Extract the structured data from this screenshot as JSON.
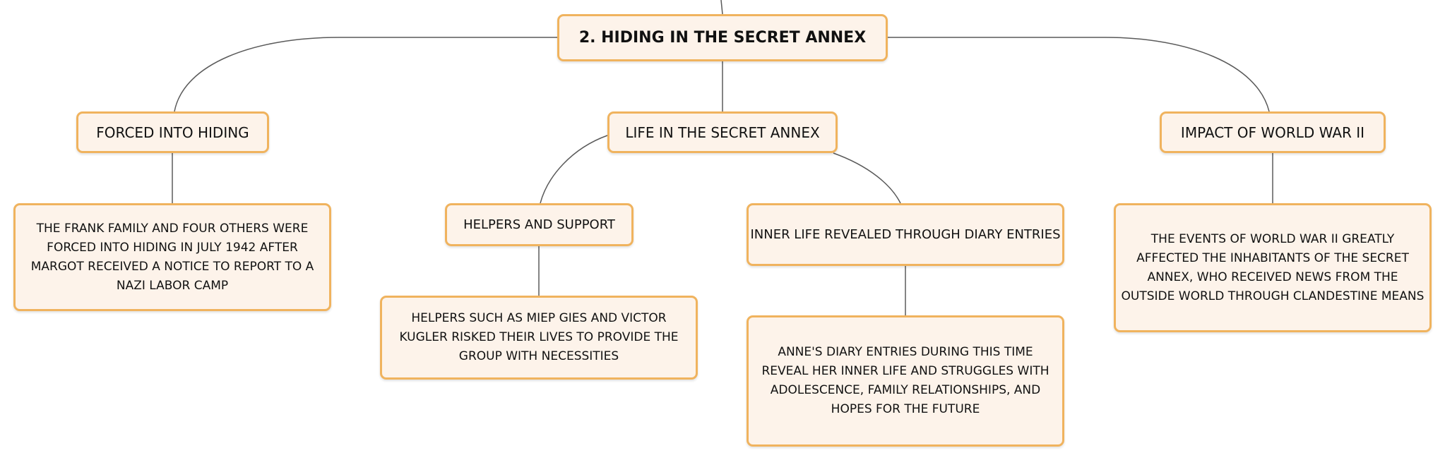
{
  "map": {
    "root": "2. HIDING IN THE SECRET ANNEX",
    "branches": [
      {
        "title": "FORCED INTO HIDING",
        "detail": "THE FRANK FAMILY AND FOUR OTHERS WERE FORCED INTO HIDING IN JULY 1942 AFTER MARGOT RECEIVED A NOTICE TO REPORT TO A NAZI LABOR CAMP"
      },
      {
        "title": "LIFE IN THE SECRET ANNEX",
        "children": [
          {
            "title": "HELPERS AND SUPPORT",
            "detail": "HELPERS SUCH AS MIEP GIES AND VICTOR KUGLER RISKED THEIR LIVES TO PROVIDE THE GROUP WITH NECESSITIES"
          },
          {
            "title": "INNER LIFE REVEALED THROUGH DIARY ENTRIES",
            "detail": "ANNE'S DIARY ENTRIES DURING THIS TIME REVEAL HER INNER LIFE AND STRUGGLES WITH ADOLESCENCE, FAMILY RELATIONSHIPS, AND HOPES FOR THE FUTURE"
          }
        ]
      },
      {
        "title": "IMPACT OF WORLD WAR II",
        "detail": "THE EVENTS OF WORLD WAR II GREATLY AFFECTED THE INHABITANTS OF THE SECRET ANNEX, WHO RECEIVED NEWS FROM THE OUTSIDE WORLD THROUGH CLANDESTINE MEANS"
      }
    ]
  },
  "colors": {
    "node_fill": "#fdf3ea",
    "node_border": "#f0b35e",
    "connector": "#5a5a5a",
    "text": "#111111"
  }
}
